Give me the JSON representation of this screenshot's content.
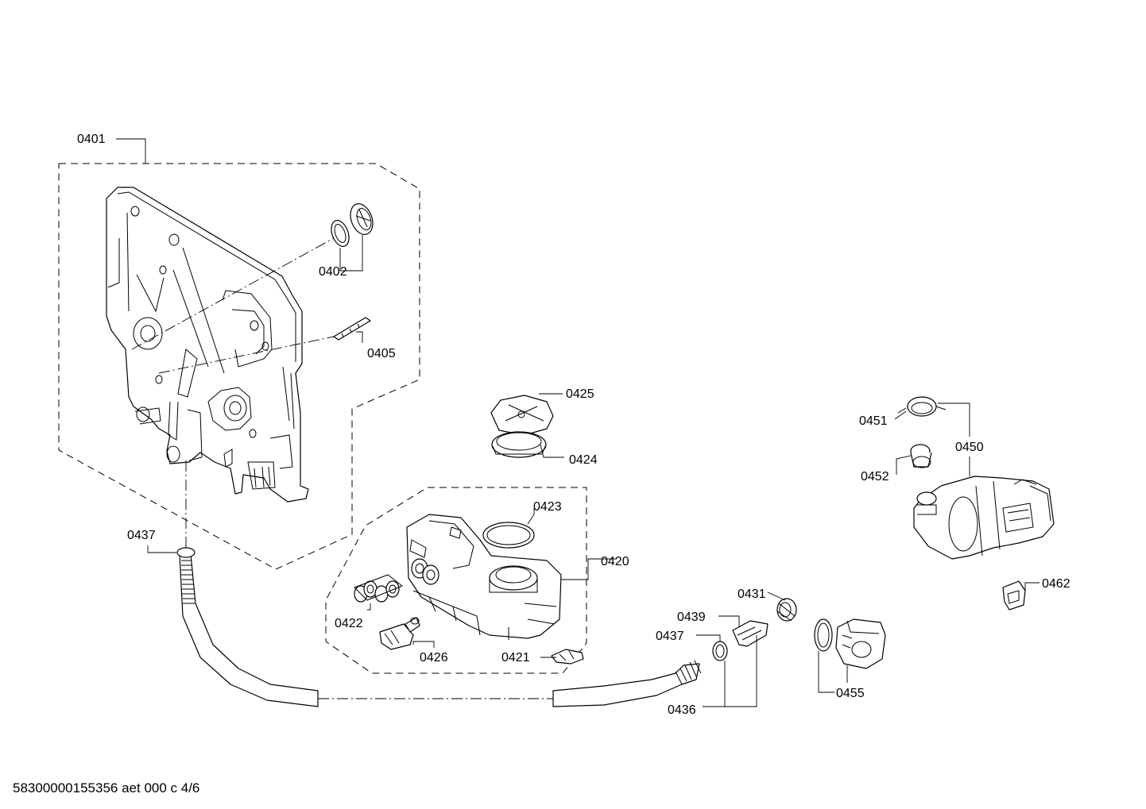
{
  "labels": {
    "p0401": "0401",
    "p0402": "0402",
    "p0405": "0405",
    "p0425": "0425",
    "p0424": "0424",
    "p0423": "0423",
    "p0420": "0420",
    "p0422": "0422",
    "p0426": "0426",
    "p0421": "0421",
    "p0437a": "0437",
    "p0437b": "0437",
    "p0436": "0436",
    "p0439": "0439",
    "p0431": "0431",
    "p0455": "0455",
    "p0451": "0451",
    "p0450": "0450",
    "p0452": "0452",
    "p0462": "0462"
  },
  "footer": {
    "doc_id": "58300000155356 aet 000 c 4/6"
  }
}
